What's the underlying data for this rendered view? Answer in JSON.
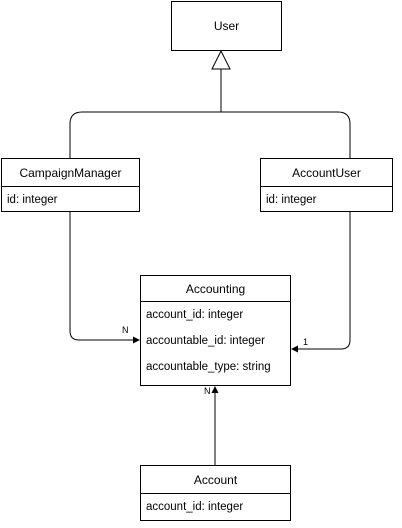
{
  "diagram": {
    "classes": {
      "user": {
        "name": "User"
      },
      "campaign_manager": {
        "name": "CampaignManager",
        "attributes": [
          "id: integer"
        ]
      },
      "account_user": {
        "name": "AccountUser",
        "attributes": [
          "id: integer"
        ]
      },
      "accounting": {
        "name": "Accounting",
        "attributes": [
          "account_id: integer",
          "accountable_id: integer",
          "accountable_type: string"
        ]
      },
      "account": {
        "name": "Account",
        "attributes": [
          "account_id: integer"
        ]
      }
    },
    "relationships": [
      {
        "from": "CampaignManager",
        "to": "User",
        "type": "generalization"
      },
      {
        "from": "AccountUser",
        "to": "User",
        "type": "generalization"
      },
      {
        "from": "CampaignManager",
        "to": "Accounting",
        "type": "association",
        "target_multiplicity": "N"
      },
      {
        "from": "AccountUser",
        "to": "Accounting",
        "type": "association",
        "target_multiplicity": "1"
      },
      {
        "from": "Account",
        "to": "Accounting",
        "type": "association",
        "target_multiplicity": "N"
      }
    ],
    "labels": {
      "campaign_manager_mult": "N",
      "account_user_mult": "1",
      "account_mult": "N"
    }
  }
}
